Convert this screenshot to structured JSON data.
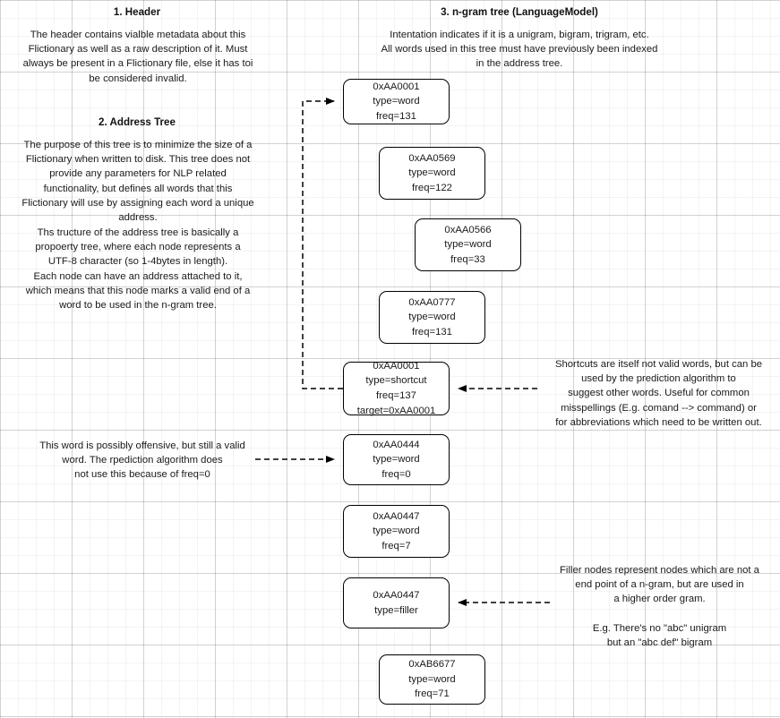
{
  "sections": {
    "header": {
      "title": "1. Header",
      "body": "The header contains vialble metadata about this\nFlictionary as well as a raw description of it. Must\nalways be present in a Flictionary file, else it has toi\nbe considered invalid."
    },
    "address_tree": {
      "title": "2. Address Tree",
      "body1": "The purpose of this tree is to minimize the size of a\nFlictionary when written to disk. This tree does not\nprovide any parameters for NLP related\nfunctionality, but defines all words that this\nFlictionary will use by assigning each word a unique\naddress.",
      "body2": "Ths tructure of the address tree is basically a\npropoerty tree, where each node represents a\nUTF-8 character (so 1-4bytes in length).\nEach node can have an address attached to it,\nwhich means that this node marks a valid end of a\nword to be used in the n-gram tree."
    },
    "ngram_tree": {
      "title": "3. n-gram tree (LanguageModel)",
      "body": "Intentation indicates if it is a unigram, bigram, trigram, etc.\nAll words used in this tree must have previously been indexed\nin the address tree."
    }
  },
  "annotations": {
    "shortcut": "Shortcuts are itself not valid words, but can be\nused by the prediction algorithm to\nsuggest other words. Useful for common\nmisspellings (E.g. comand --> command) or\nfor abbreviations which need to be written out.",
    "offensive": "This word is possibly offensive, but still a valid\nword. The rpediction algorithm does\nnot use this because of freq=0",
    "filler1": "Filler nodes represent nodes which are not a\nend point of a n-gram, but are used in\na higher order gram.",
    "filler2": "E.g. There's no \"abc\" unigram\nbut an \"abc def\" bigram"
  },
  "nodes": [
    {
      "id": "n1",
      "address": "0xAA0001",
      "type": "type=word",
      "freq": "freq=131",
      "target": ""
    },
    {
      "id": "n2",
      "address": "0xAA0569",
      "type": "type=word",
      "freq": "freq=122",
      "target": ""
    },
    {
      "id": "n3",
      "address": "0xAA0566",
      "type": "type=word",
      "freq": "freq=33",
      "target": ""
    },
    {
      "id": "n4",
      "address": "0xAA0777",
      "type": "type=word",
      "freq": "freq=131",
      "target": ""
    },
    {
      "id": "n5",
      "address": "0xAA0001",
      "type": "type=shortcut",
      "freq": "freq=137",
      "target": "target=0xAA0001"
    },
    {
      "id": "n6",
      "address": "0xAA0444",
      "type": "type=word",
      "freq": "freq=0",
      "target": ""
    },
    {
      "id": "n7",
      "address": "0xAA0447",
      "type": "type=word",
      "freq": "freq=7",
      "target": ""
    },
    {
      "id": "n8",
      "address": "0xAA0447",
      "type": "type=filler",
      "freq": "",
      "target": ""
    },
    {
      "id": "n9",
      "address": "0xAB6677",
      "type": "type=word",
      "freq": "freq=71",
      "target": ""
    }
  ],
  "colors": {
    "node_border": "#000000",
    "node_fill": "#ffffff",
    "text": "#1a1a1a",
    "grid_minor": "#f0f0f0",
    "grid_major": "#d9d9d9",
    "connector": "#000000"
  }
}
